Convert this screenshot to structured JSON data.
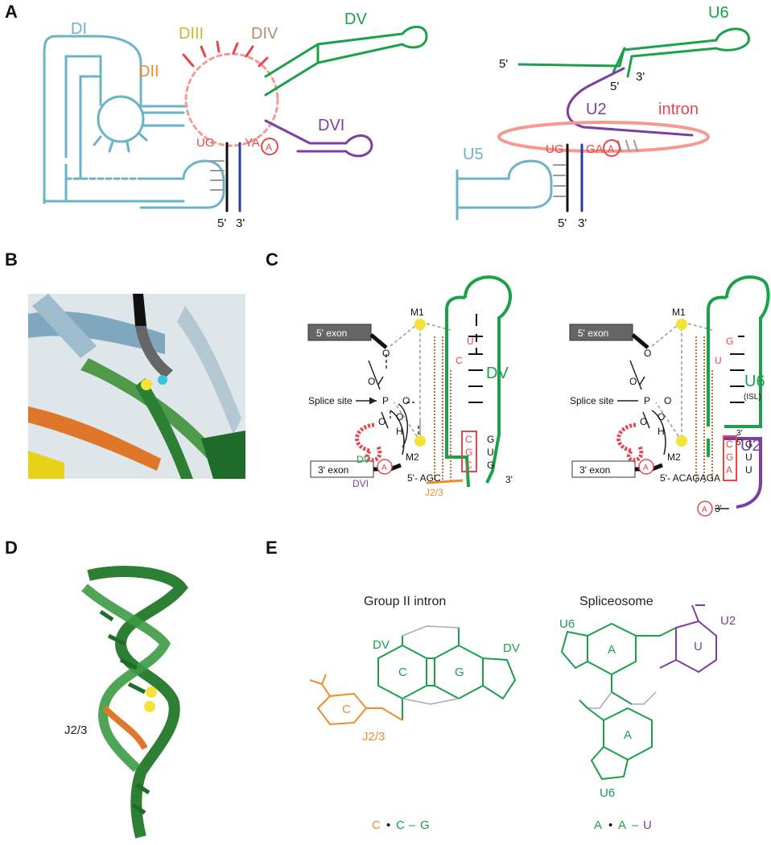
{
  "colors": {
    "di": "#6bb3c9",
    "dii": "#ee8a3a",
    "diii": "#c9b72e",
    "div": "#b88b6a",
    "dv": "#1aa14a",
    "dvi": "#7b3fa3",
    "red": "#e8474a",
    "salmon": "#f49a92",
    "exon_black": "#111111",
    "exon_blue": "#2a3ea0",
    "gray": "#666666",
    "metal": "#f2e23a",
    "orange": "#f08c2e",
    "u5": "#6bb3c9",
    "u6": "#1aa14a",
    "u2": "#7b3fa3"
  },
  "panels": {
    "a": "A",
    "b": "B",
    "c": "C",
    "d": "D",
    "e": "E"
  },
  "panel_a": {
    "domains": {
      "di": "DI",
      "dii": "DII",
      "diii": "DIII",
      "div": "DIV",
      "dv": "DV",
      "dvi": "DVI"
    },
    "left_bases": {
      "ug": "UG",
      "ya": "YA",
      "a": "A"
    },
    "ends": {
      "five": "5'",
      "three": "3'"
    },
    "right": {
      "u6": "U6",
      "u2": "U2",
      "u5": "U5",
      "intron": "intron",
      "ug": "UG",
      "ga": "GA",
      "a": "A",
      "u6_5": "5'",
      "u2_5": "5'",
      "u2_3": "3'",
      "exon5": "5'",
      "exon3": "3'"
    }
  },
  "panel_c": {
    "left": {
      "exon5": "5' exon",
      "exon3": "3' exon",
      "m1": "M1",
      "m2": "M2",
      "splice_site": "Splice site",
      "o": "O",
      "p": "P",
      "h": "H",
      "dv": "DV",
      "dv_small": "DV",
      "dvi_small": "DVI",
      "a": "A",
      "stem_top_u": "U",
      "stem_top_c": "C",
      "box_bases": [
        "C",
        "G",
        "C"
      ],
      "pair_bases": [
        "G",
        "U",
        "G"
      ],
      "agc": "5'- AGC",
      "j23": "J2/3",
      "three": "3'"
    },
    "right": {
      "exon5": "5' exon",
      "exon3": "3' exon",
      "m1": "M1",
      "m2": "M2",
      "splice_site": "Splice site",
      "o": "O",
      "p": "P",
      "h": "H",
      "u6": "U6",
      "isl": "(ISL)",
      "u2": "U2",
      "a": "A",
      "stem_top_g": "G",
      "stem_top_u": "U",
      "box_bases": [
        "C",
        "G",
        "A"
      ],
      "pair_bases": [
        "G",
        "U",
        "U"
      ],
      "acagaga": "5'- ACAGAGA",
      "three": "3'",
      "three2": "3'",
      "five2": "5'"
    }
  },
  "panel_d": {
    "j23": "J2/3"
  },
  "panel_e": {
    "left": {
      "title": "Group II intron",
      "ring_c": "C",
      "ring_g": "G",
      "dv1": "DV",
      "dv2": "DV",
      "ring_c2": "C",
      "j23": "J2/3",
      "f_c1": "C",
      "f_dot": "•",
      "f_c2": "C",
      "f_dash": "–",
      "f_g": "G"
    },
    "right": {
      "title": "Spliceosome",
      "ring_a": "A",
      "ring_u": "U",
      "ring_a2": "A",
      "u6a": "U6",
      "u2": "U2",
      "u6b": "U6",
      "f_a1": "A",
      "f_dot": "•",
      "f_a2": "A",
      "f_dash": "–",
      "f_u": "U"
    }
  }
}
